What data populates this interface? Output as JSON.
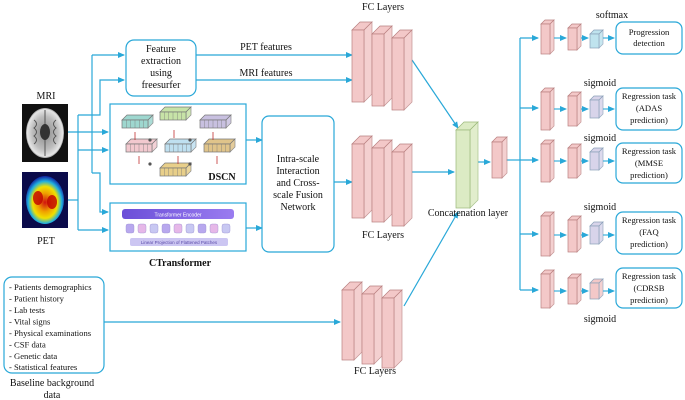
{
  "inputs": {
    "mri_label": "MRI",
    "pet_label": "PET"
  },
  "feature_extraction": {
    "line1": "Feature",
    "line2": "extraction",
    "line3": "using",
    "line4": "freesurfer"
  },
  "edges": {
    "pet_features": "PET features",
    "mri_features": "MRI features"
  },
  "dscn": {
    "label": "DSCN"
  },
  "ctransformer": {
    "label": "CTransformer",
    "encoder_text": "Transformer Encoder",
    "projection_text": "Linear Projection of Flattened Patches"
  },
  "fusion": {
    "line1": "Intra-scale",
    "line2": "Interaction",
    "line3": "and Cross-",
    "line4": "scale Fusion",
    "line5": "Network"
  },
  "fc_layers": {
    "top": "FC Layers",
    "middle": "FC Layers",
    "bottom": "FC Layers"
  },
  "concatenation": {
    "label": "Concatenation layer"
  },
  "background": {
    "items": [
      "- Patients demographics",
      "- Patient history",
      "- Lab tests",
      "- Vital signs",
      "- Physical examinations",
      "- CSF data",
      "- Genetic data",
      "- Statistical features"
    ],
    "caption_line1": "Baseline background",
    "caption_line2": "data"
  },
  "heads": [
    {
      "activation": "softmax",
      "task_line1": "Progression",
      "task_line2": "detection",
      "task_line3": ""
    },
    {
      "activation": "sigmoid",
      "task_line1": "Regression task",
      "task_line2": "(ADAS",
      "task_line3": "prediction)"
    },
    {
      "activation": "sigmoid",
      "task_line1": "Regression task",
      "task_line2": "(MMSE",
      "task_line3": "prediction)"
    },
    {
      "activation": "sigmoid",
      "task_line1": "Regression task",
      "task_line2": "(FAQ",
      "task_line3": "prediction)"
    },
    {
      "activation": "sigmoid",
      "task_line1": "Regression task",
      "task_line2": "(CDRSB",
      "task_line3": "prediction)"
    }
  ],
  "colors": {
    "arrow": "#29a8d8",
    "box_border": "#29a8d8",
    "fc_fill": "#f3c8c8",
    "fc_stroke": "#b98080",
    "concat_fill": "#dcebc4",
    "softmax_fill": "#bfe3ee",
    "sigmoid_fill": "#d8d4ea"
  }
}
